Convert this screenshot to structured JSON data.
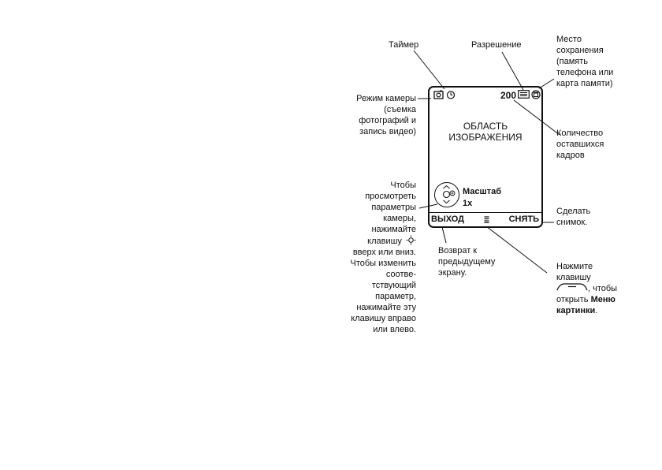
{
  "screen": {
    "shots_left": "200",
    "image_area": [
      "ОБЛАСТЬ",
      "ИЗОБРАЖЕНИЯ"
    ],
    "zoom_label": "Масштаб",
    "zoom_value": "1x",
    "left_soft": "ВЫХОД",
    "right_soft": "СНЯТЬ"
  },
  "callouts": {
    "timer": "Таймер",
    "resolution": "Разрешение",
    "storage": [
      "Место",
      "сохранения",
      "(память",
      "телефона или",
      "карта памяти)"
    ],
    "camera_mode": [
      "Режим камеры",
      "(съемка",
      "фотографий и",
      "запись видео)"
    ],
    "shots_remaining": [
      "Количество",
      "оставшихся",
      "кадров"
    ],
    "take_photo": [
      "Сделать",
      "снимок."
    ],
    "navigate": [
      "Чтобы",
      "просмотреть",
      "параметры",
      "камеры,",
      "нажимайте",
      "клавишу",
      "вверх или вниз.",
      "Чтобы изменить",
      "соотве-",
      "тствующий",
      "параметр,",
      "нажимайте эту",
      "клавишу вправо",
      "или влево."
    ],
    "back": [
      "Возврат к",
      "предыдущему",
      "экрану."
    ],
    "menu": {
      "line1": "Нажмите",
      "line2": "клавишу",
      "line3": ", чтобы",
      "line4a": "открыть ",
      "line4b": "Меню",
      "line5a": "картинки",
      "line5b": "."
    }
  }
}
